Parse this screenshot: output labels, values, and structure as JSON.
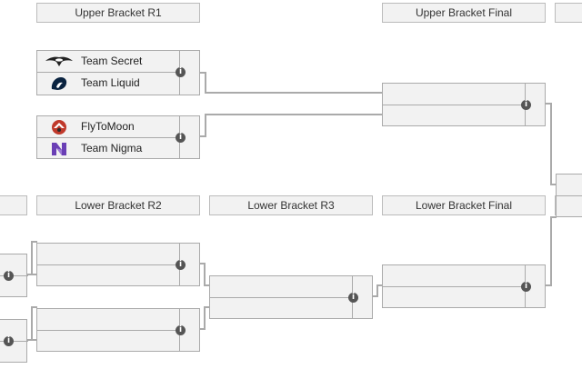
{
  "headers": {
    "upper_r1": "Upper Bracket R1",
    "upper_final": "Upper Bracket Final",
    "lower_r2": "Lower Bracket R2",
    "lower_r3": "Lower Bracket R3",
    "lower_final": "Lower Bracket Final"
  },
  "matches": {
    "ub_r1_m1": {
      "team1": "Team Secret",
      "team2": "Team Liquid"
    },
    "ub_r1_m2": {
      "team1": "FlyToMoon",
      "team2": "Team Nigma"
    }
  },
  "icons": {
    "info": "info-icon",
    "team_secret": "team-secret-logo",
    "team_liquid": "team-liquid-logo",
    "flytomoon": "flytomoon-logo",
    "team_nigma": "team-nigma-logo"
  },
  "info_glyph": "i",
  "colors": {
    "header_bg": "#f2f2f2",
    "connector": "#aaaaaa",
    "info_badge": "#555555",
    "flytomoon_red": "#c0392b",
    "nigma_purple": "#6a3fb5"
  }
}
